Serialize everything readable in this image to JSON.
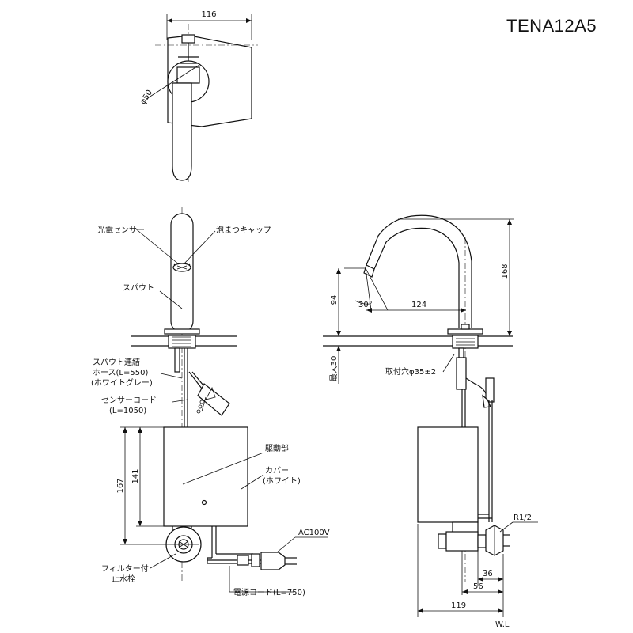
{
  "model": "TENA12A5",
  "dimensions": {
    "top_width": "116",
    "top_dia": "φ50",
    "height_167": "167",
    "height_141": "141",
    "height_94": "94",
    "angle": "30°",
    "reach": "124",
    "height_168": "168",
    "max_30": "最大30",
    "hole": "取付穴φ35±2",
    "pipe": "R1/2",
    "d36": "36",
    "d56": "56",
    "d119": "119",
    "wl": "W.L"
  },
  "labels": {
    "sensor": "光電センサー",
    "aerator": "泡まつキャップ",
    "spout": "スパウト",
    "hose_1": "スパウト連結",
    "hose_2": "ホース(L=550)",
    "hose_3": "(ホワイトグレー)",
    "cord_1": "センサーコード",
    "cord_2": "(L=1050)",
    "drive": "駆動部",
    "cover_1": "カバー",
    "cover_2": "(ホワイト)",
    "ac": "AC100V",
    "filter_1": "フィルター付",
    "filter_2": "止水栓",
    "power": "電源コード(L=750)"
  }
}
